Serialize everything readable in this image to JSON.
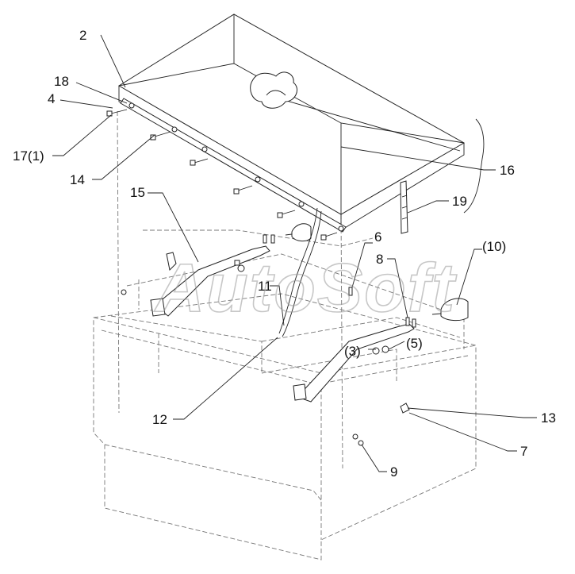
{
  "watermark": "AutoSoft",
  "callouts": [
    {
      "text": "2"
    },
    {
      "text": "18"
    },
    {
      "text": "4"
    },
    {
      "text": "17(1)"
    },
    {
      "text": "14"
    },
    {
      "text": "15"
    },
    {
      "text": "16"
    },
    {
      "text": "19"
    },
    {
      "text": "6"
    },
    {
      "text": "(10)"
    },
    {
      "text": "8"
    },
    {
      "text": "11"
    },
    {
      "text": "(3)"
    },
    {
      "text": "(5)"
    },
    {
      "text": "13"
    },
    {
      "text": "12"
    },
    {
      "text": "7"
    },
    {
      "text": "9"
    }
  ]
}
